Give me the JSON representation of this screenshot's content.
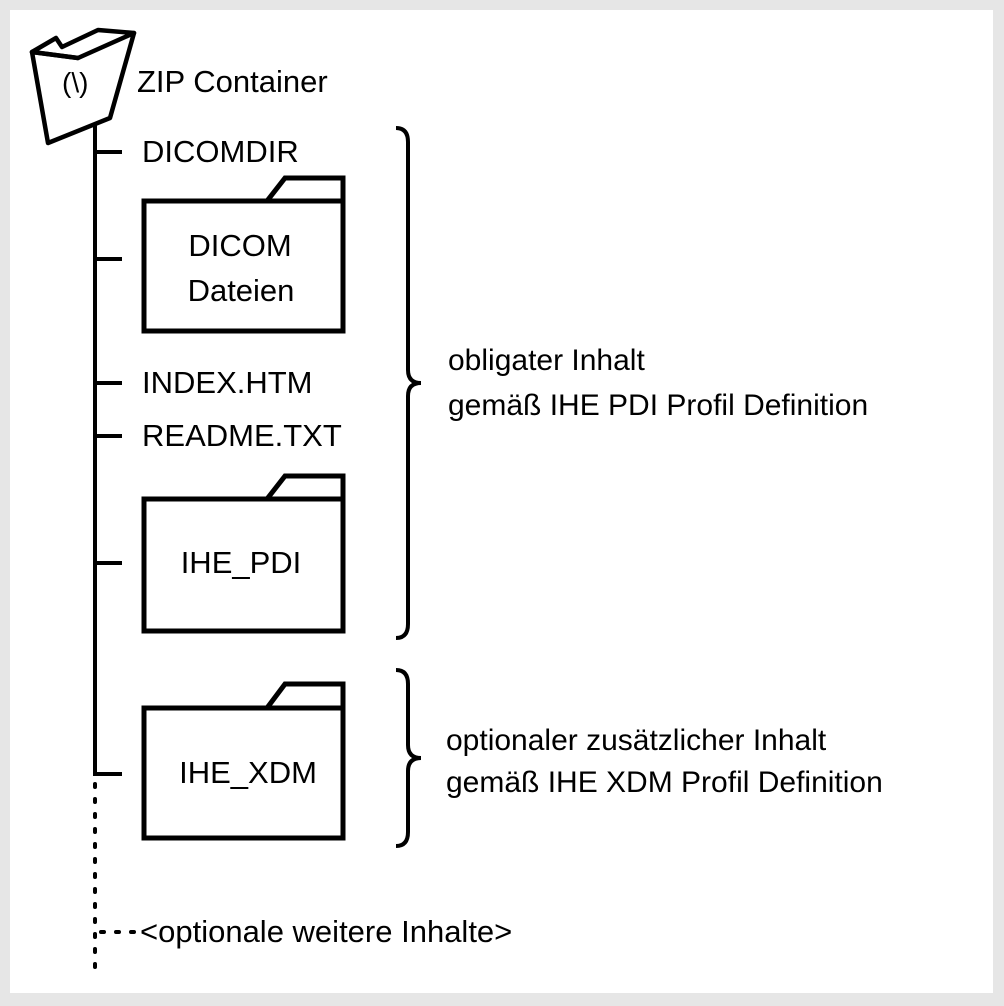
{
  "root": {
    "label": "ZIP Container",
    "icon": "open-folder-icon",
    "icon_text": "(\\)"
  },
  "items": [
    {
      "kind": "file",
      "label": "DICOMDIR"
    },
    {
      "kind": "folder",
      "lines": [
        "DICOM",
        "Dateien"
      ]
    },
    {
      "kind": "file",
      "label": "INDEX.HTM"
    },
    {
      "kind": "file",
      "label": "README.TXT"
    },
    {
      "kind": "folder",
      "lines": [
        "IHE_PDI"
      ]
    },
    {
      "kind": "folder",
      "lines": [
        "IHE_XDM"
      ]
    }
  ],
  "annotations": {
    "mandatory": {
      "line1": "obligater Inhalt",
      "line2": "gemäß IHE PDI Profil Definition"
    },
    "optional": {
      "line1": "optionaler zusätzlicher Inhalt",
      "line2": "gemäß IHE XDM Profil Definition"
    }
  },
  "more_content": "<optionale weitere Inhalte>",
  "colors": {
    "background": "#e6e6e6",
    "canvas": "#ffffff",
    "ink": "#000000"
  }
}
